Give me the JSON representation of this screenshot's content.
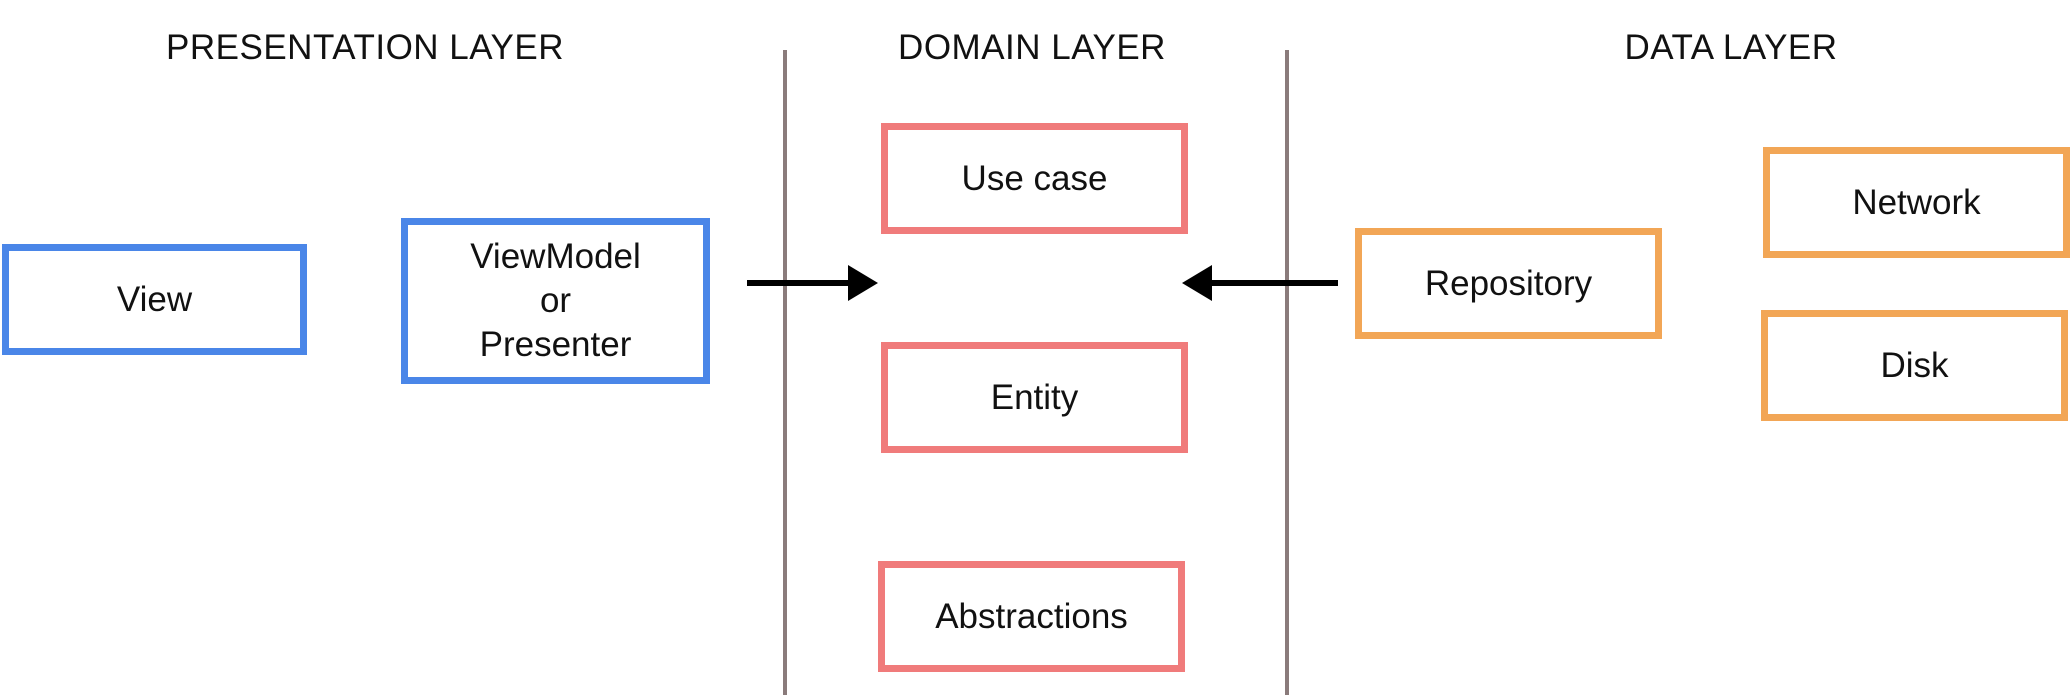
{
  "layers": {
    "presentation": "PRESENTATION LAYER",
    "domain": "DOMAIN LAYER",
    "data": "DATA LAYER"
  },
  "presentation": {
    "view": "View",
    "viewmodel_lines": [
      "ViewModel",
      "or",
      "Presenter"
    ]
  },
  "domain": {
    "use_case": "Use case",
    "entity": "Entity",
    "abstractions": "Abstractions"
  },
  "data": {
    "repository": "Repository",
    "network": "Network",
    "disk": "Disk"
  },
  "colors": {
    "presentation": "#4a86e8",
    "domain": "#f07b7b",
    "data": "#f2a656",
    "divider": "#8a7b7b",
    "arrow": "#000000"
  }
}
